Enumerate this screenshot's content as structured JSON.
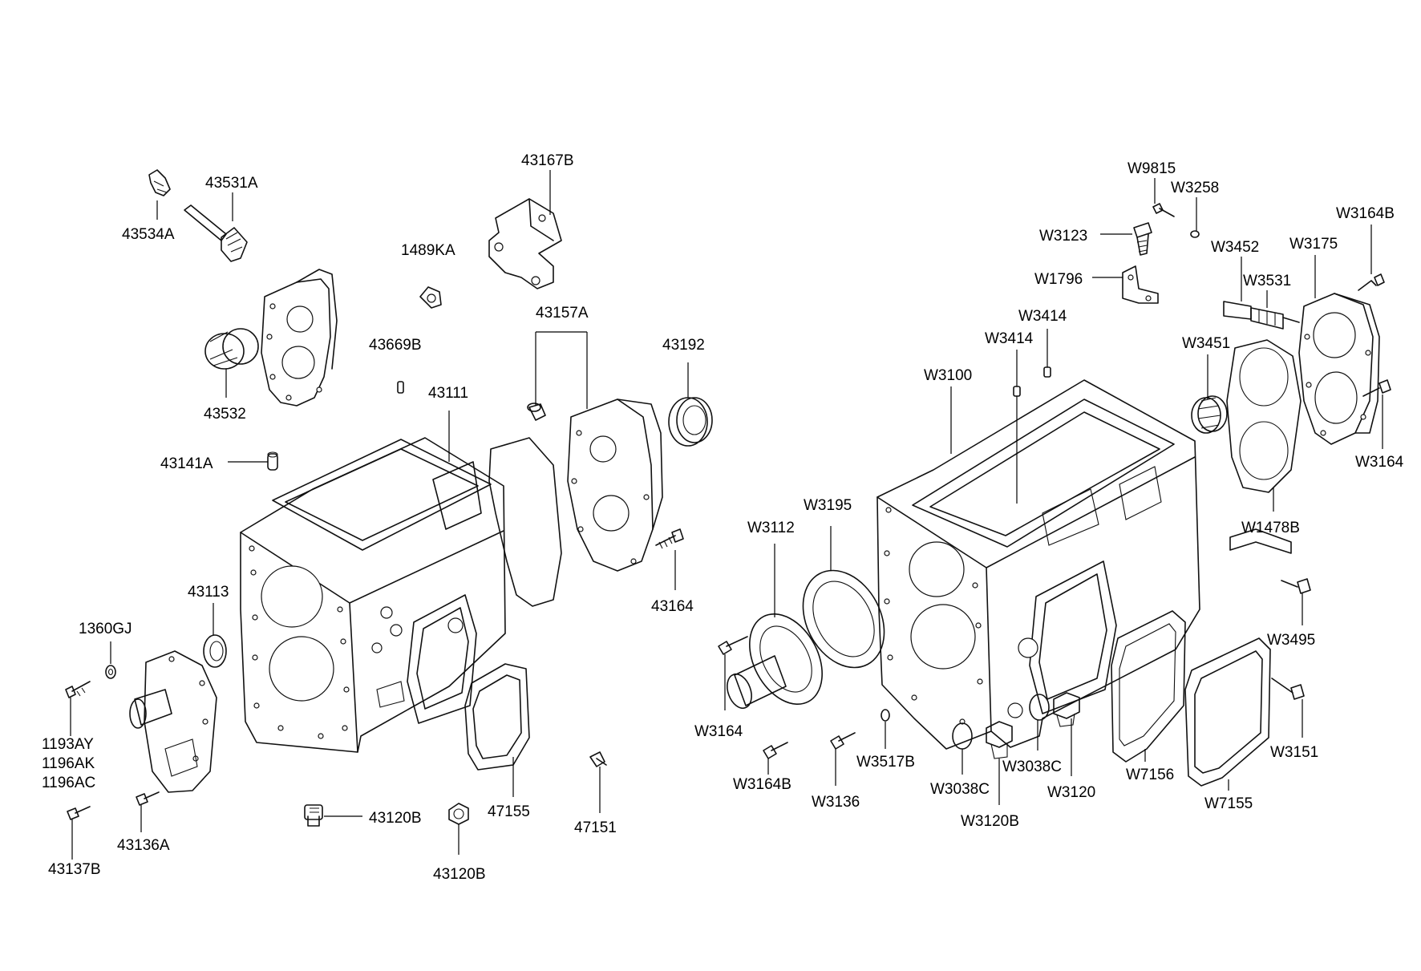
{
  "diagram": {
    "left_group": {
      "labels": {
        "p43534A": "43534A",
        "p43531A": "43531A",
        "p43532": "43532",
        "p43167B": "43167B",
        "p1489KA": "1489KA",
        "p43669B": "43669B",
        "p43157A": "43157A",
        "p43192": "43192",
        "p43111": "43111",
        "p43141A": "43141A",
        "p43164": "43164",
        "p43113": "43113",
        "p1360GJ": "1360GJ",
        "p1193AY": "1193AY",
        "p1196AK": "1196AK",
        "p1196AC": "1196AC",
        "p43136A": "43136A",
        "p43137B": "43137B",
        "p43120B_a": "43120B",
        "p43120B_b": "43120B",
        "p47155": "47155",
        "p47151": "47151"
      }
    },
    "right_group": {
      "labels": {
        "pW9815": "W9815",
        "pW3258": "W3258",
        "pW3123": "W3123",
        "pW3164B_top": "W3164B",
        "pW3452": "W3452",
        "pW3175": "W3175",
        "pW3531": "W3531",
        "pW1796": "W1796",
        "pW3414_a": "W3414",
        "pW3414_b": "W3414",
        "pW3451": "W3451",
        "pW3100": "W3100",
        "pW3164_right": "W3164",
        "pW3195": "W3195",
        "pW3112": "W3112",
        "pW1478B": "W1478B",
        "pW3495": "W3495",
        "pW3164_left": "W3164",
        "pW3151": "W3151",
        "pW3164B_bottom": "W3164B",
        "pW3517B": "W3517B",
        "pW3136": "W3136",
        "pW7156": "W7156",
        "pW3038C_a": "W3038C",
        "pW3038C_b": "W3038C",
        "pW3120": "W3120",
        "pW7155": "W7155",
        "pW3120B": "W3120B"
      }
    }
  }
}
